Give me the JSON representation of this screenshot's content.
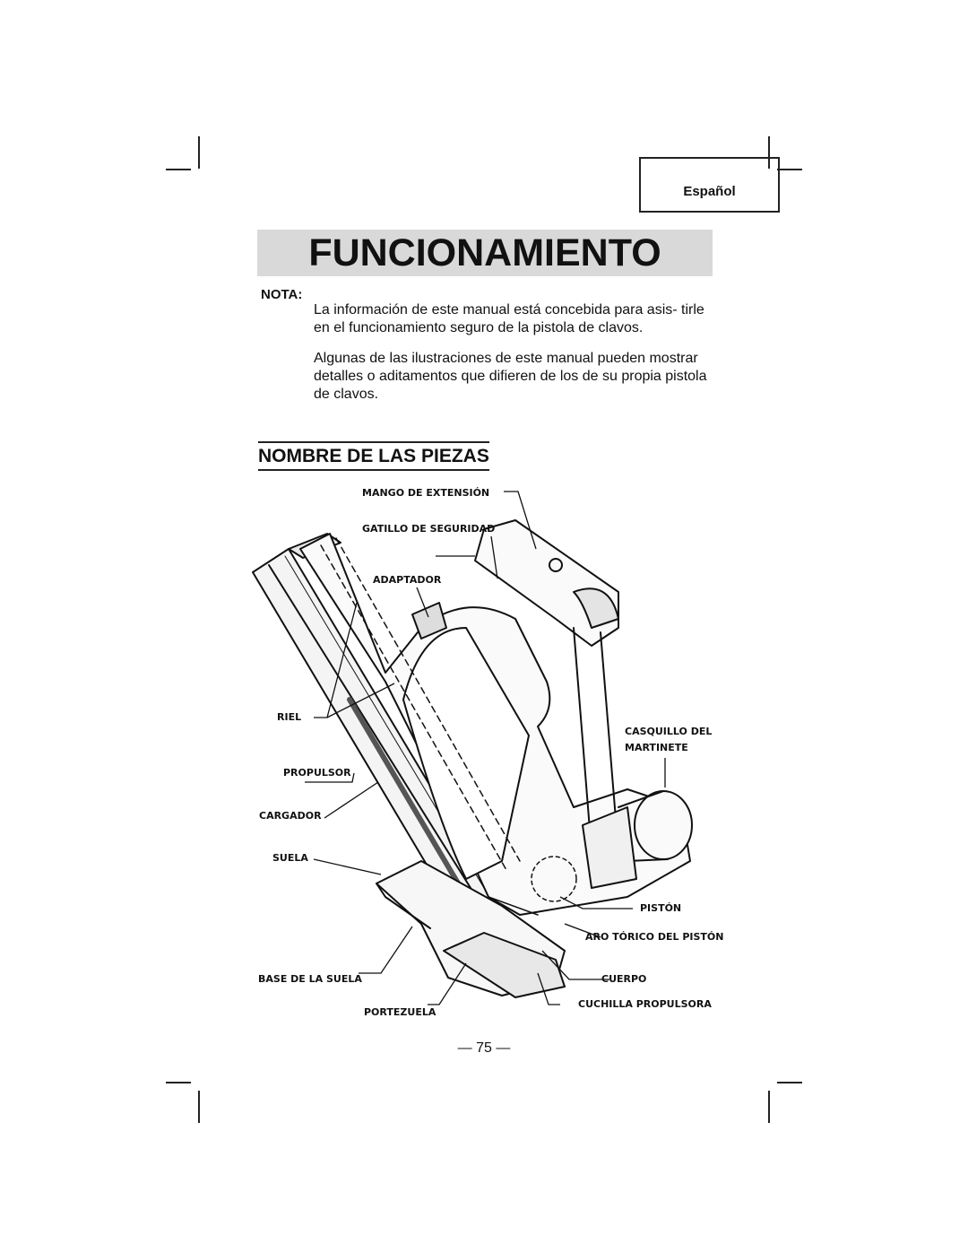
{
  "header": {
    "language_tab": "Español"
  },
  "title": "FUNCIONAMIENTO",
  "note": {
    "label": "NOTA:",
    "paragraphs": [
      "La información de este manual está concebida para asis- tirle en el funcionamiento seguro de la pistola de clavos.",
      "Algunas de las ilustraciones de este manual pueden mostrar detalles o aditamentos que difieren de los de su propia pistola de clavos."
    ]
  },
  "section": {
    "title": "NOMBRE DE LAS PIEZAS"
  },
  "parts": {
    "mango_extension": "MANGO DE EXTENSIÓN",
    "gatillo_seguridad": "GATILLO DE SEGURIDAD",
    "adaptador": "ADAPTADOR",
    "riel": "RIEL",
    "propulsor": "PROPULSOR",
    "cargador": "CARGADOR",
    "suela": "SUELA",
    "base_suela": "BASE DE LA SUELA",
    "portezuela": "PORTEZUELA",
    "casquillo_martinete_1": "CASQUILLO DEL",
    "casquillo_martinete_2": "MARTINETE",
    "piston": "PISTÓN",
    "aro_torico": "ARO TÓRICO DEL PISTÓN",
    "cuerpo": "CUERPO",
    "cuchilla_propulsora": "CUCHILLA PROPULSORA"
  },
  "footer": {
    "page_number": "— 75 —"
  }
}
